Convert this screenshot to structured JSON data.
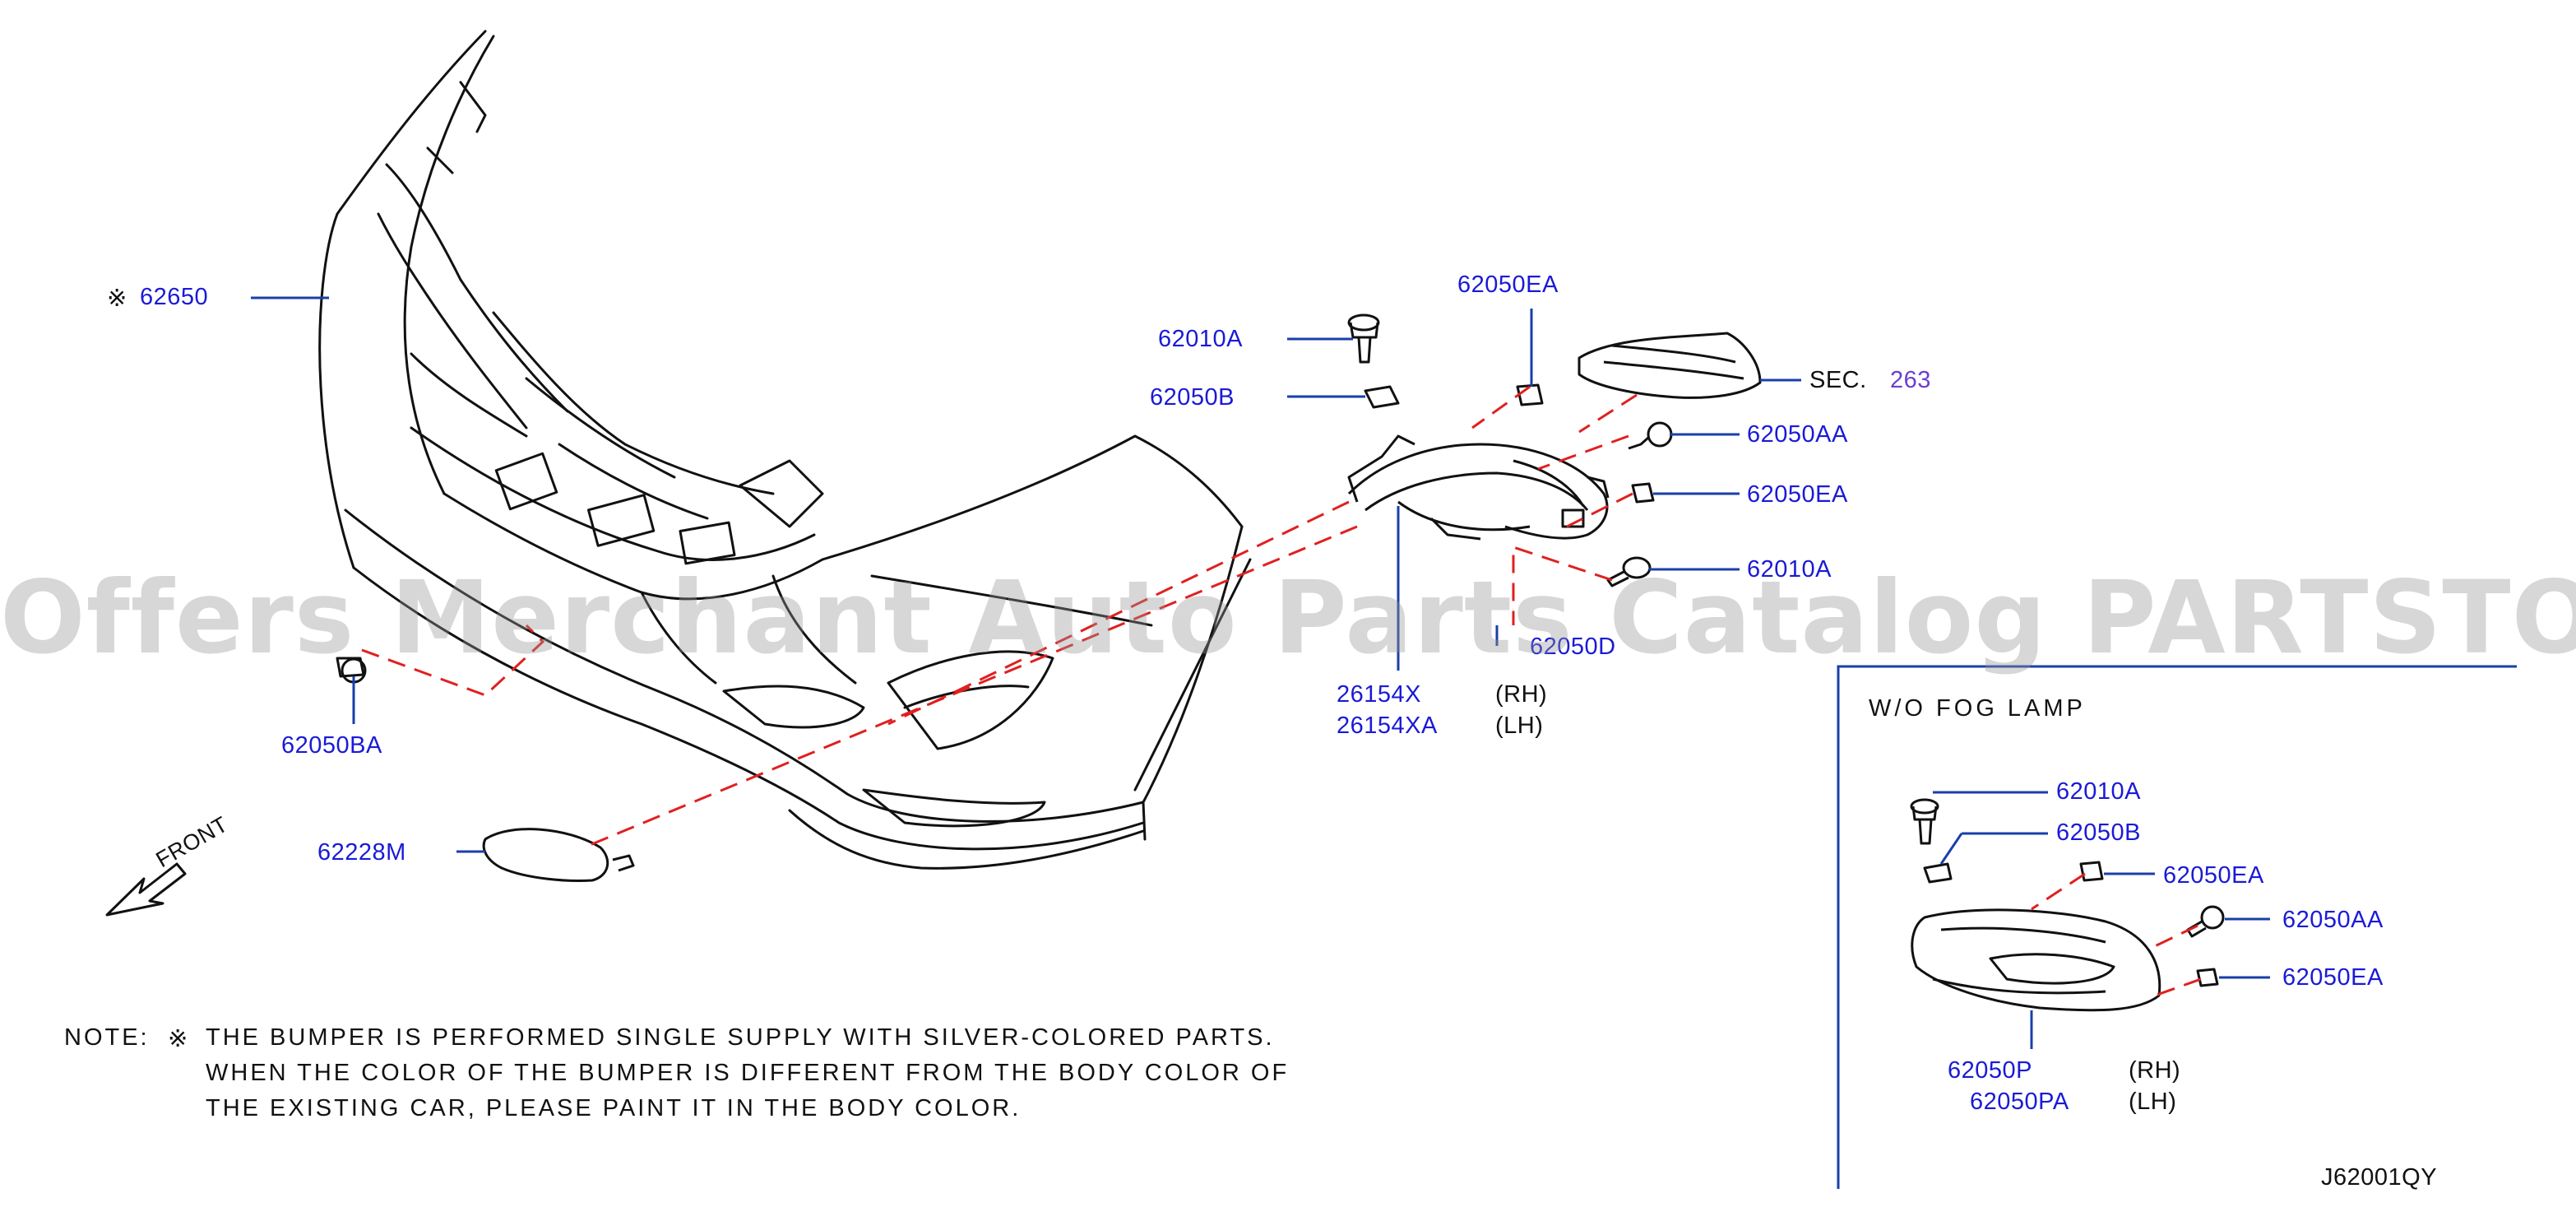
{
  "labels": {
    "p62650": "62650",
    "mark": "※",
    "p62010a_1": "62010A",
    "p62050b_1": "62050B",
    "p62050ea_1": "62050EA",
    "sec": "SEC.",
    "sec_num": "263",
    "p62050aa_1": "62050AA",
    "p62050ea_2": "62050EA",
    "p62010a_2": "62010A",
    "p62050ba": "62050BA",
    "p26154x": "26154X",
    "p26154xa": "26154XA",
    "rh_1": "(RH)",
    "lh_1": "(LH)",
    "p62228m": "62228M",
    "front": "FRONT",
    "p62050d_partial": "62050D"
  },
  "inset": {
    "title": "W/O FOG LAMP",
    "p62010a": "62010A",
    "p62050b": "62050B",
    "p62050ea_1": "62050EA",
    "p62050aa": "62050AA",
    "p62050ea_2": "62050EA",
    "p62050p": "62050P",
    "p62050pa": "62050PA",
    "rh": "(RH)",
    "lh": "(LH)"
  },
  "note": {
    "prefix": "NOTE:",
    "mark": "※",
    "line1": "THE BUMPER IS PERFORMED SINGLE SUPPLY WITH SILVER-COLORED PARTS.",
    "line2": "WHEN THE COLOR OF THE BUMPER IS DIFFERENT FROM THE BODY COLOR OF",
    "line3": "THE EXISTING CAR, PLEASE PAINT IT IN THE BODY COLOR."
  },
  "diagram_code": "J62001QY",
  "watermark": "Offers Merchant Auto Parts Catalog PARTSTORE.SA",
  "colors": {
    "label": "#1a1ad6",
    "leader": "#1a3fa8",
    "dashed": "#e02020",
    "outline": "#111111",
    "sec_ref": "#6a3fd0"
  }
}
